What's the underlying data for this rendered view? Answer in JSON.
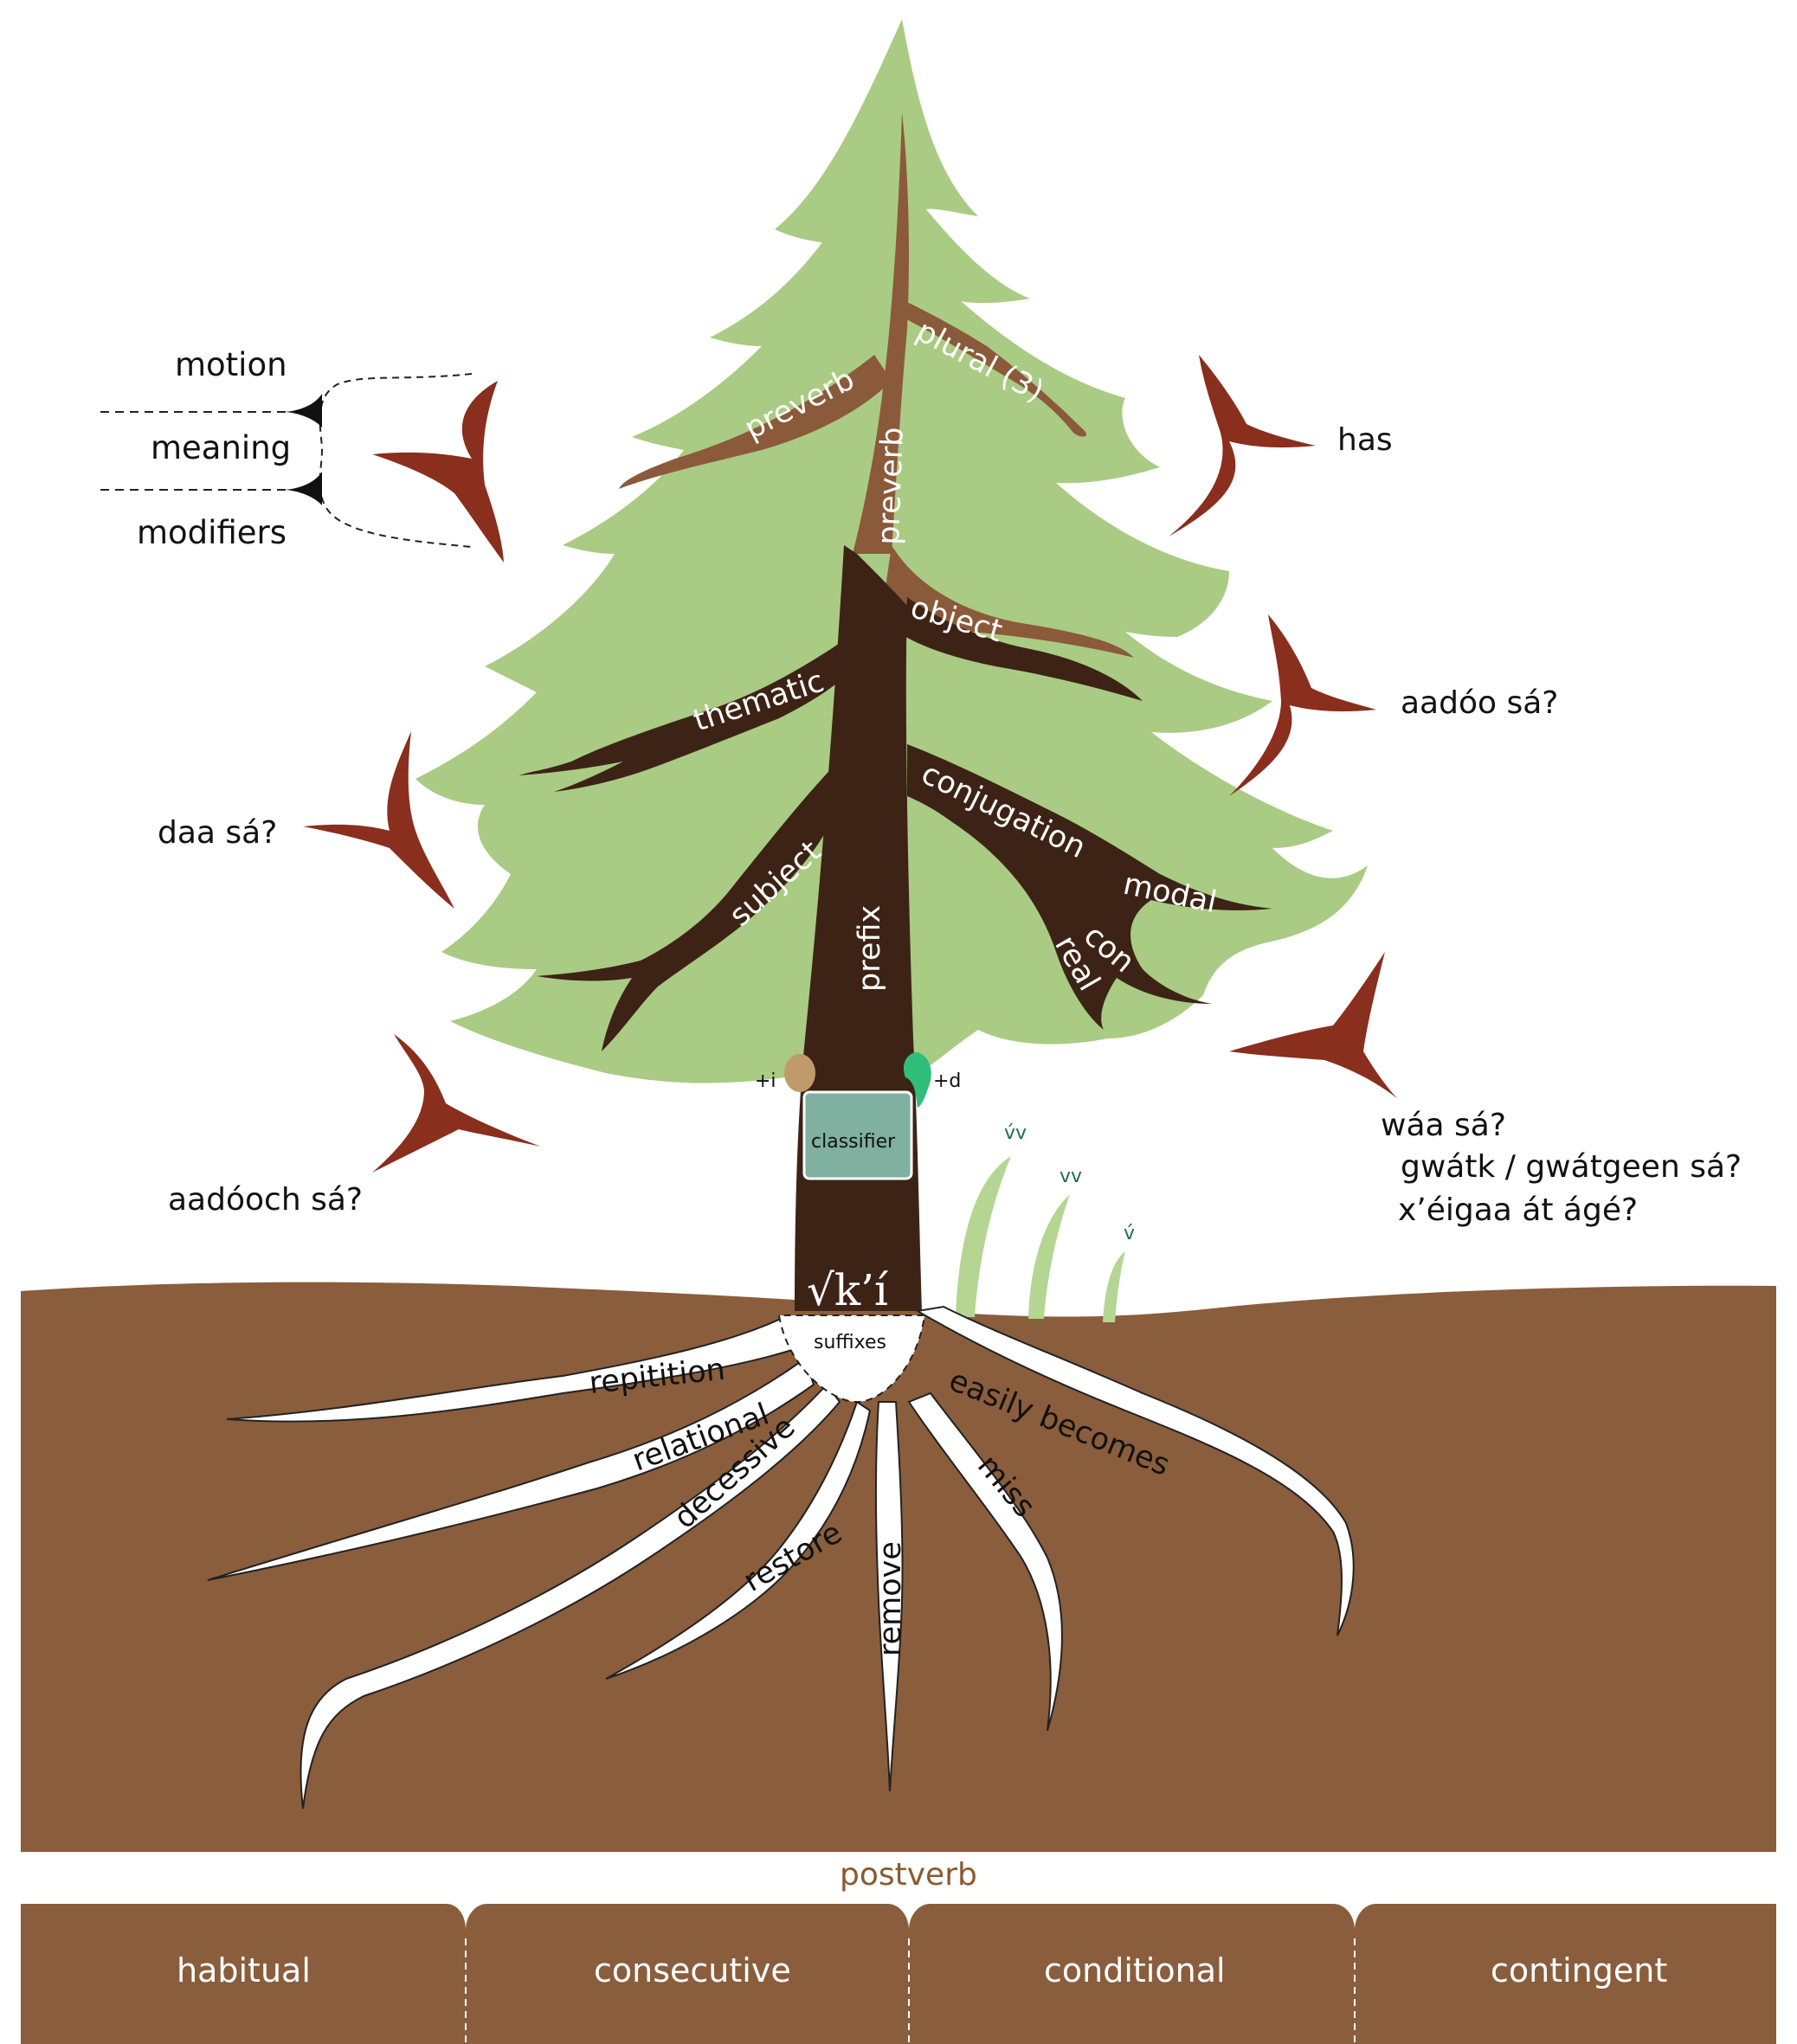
{
  "left_panel": {
    "motion": "motion",
    "meaning": "meaning",
    "modifiers": "modifiers"
  },
  "questions": {
    "has": "has",
    "aadoo_sa": "aadóo sá?",
    "daa_sa": "daa sá?",
    "aadooch_sa": "aadóoch sá?",
    "waa_sa_lines": [
      "wáa sá?",
      "gwátk / gwátgeen sá?",
      "x’éigaa át ágé?"
    ]
  },
  "tree_branches": {
    "preverb_left": "preverb",
    "preverb_trunk": "preverb",
    "plural": "plural (3)",
    "object": "object",
    "thematic": "thematic",
    "conjugation": "conjugation",
    "modal": "modal",
    "con": "con",
    "real": "real",
    "subject": "subject",
    "prefix": "prefix"
  },
  "trunk": {
    "plus_i": "+i",
    "plus_d": "+d",
    "classifier": "classifier",
    "root": "√k’í",
    "suffixes": "suffixes"
  },
  "grass": {
    "a": "v́v",
    "b": "vv",
    "c": "v́"
  },
  "roots": {
    "repitition": "repitition",
    "relational": "relational",
    "decessive": "decessive",
    "restore": "restore",
    "remove": "remove",
    "miss": "miss",
    "easily_becomes": "easily becomes"
  },
  "postverb": {
    "title": "postverb",
    "tabs": [
      "habitual",
      "consecutive",
      "conditional",
      "contingent"
    ]
  },
  "colors": {
    "foliage": "#a9cb83",
    "trunk_dark": "#3d2316",
    "branch_light": "#8b5a3a",
    "soil": "#8a5d3c",
    "arrowhead": "#8a2e1e",
    "classifier": "#7fb0a0",
    "grass": "#b5d693",
    "plus_i": "#c19a6b",
    "plus_d": "#2fbf7a"
  }
}
